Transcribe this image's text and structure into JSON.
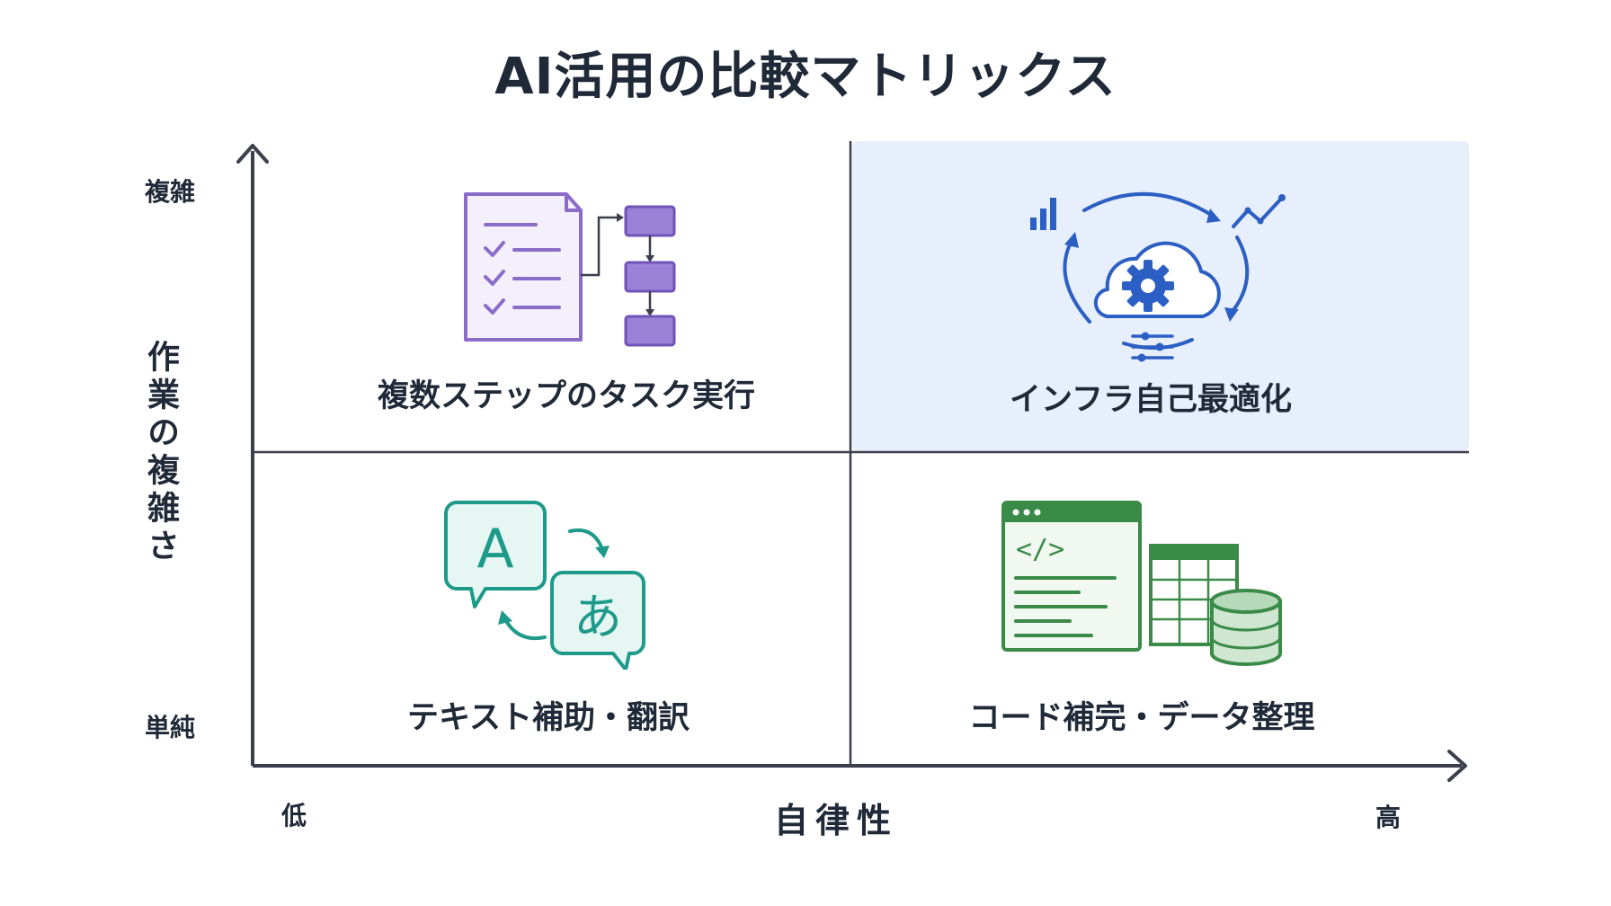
{
  "title": "AI活用の比較マトリックス",
  "y_axis": {
    "label": "作業の複雑さ",
    "high": "複雑",
    "low": "単純"
  },
  "x_axis": {
    "label": "自律性",
    "low": "低",
    "high": "高"
  },
  "quadrants": {
    "top_left": {
      "label": "複数ステップのタスク実行",
      "icon": "checklist-workflow-icon",
      "color": "#8b6cc9"
    },
    "top_right": {
      "label": "インフラ自己最適化",
      "icon": "cloud-gear-cycle-icon",
      "color": "#2c5fc4"
    },
    "bottom_left": {
      "label": "テキスト補助・翻訳",
      "icon": "translation-bubbles-icon",
      "color": "#1e9a8a"
    },
    "bottom_right": {
      "label": "コード補完・データ整理",
      "icon": "code-data-icon",
      "color": "#3a8a48"
    }
  },
  "colors": {
    "highlight": "#e8effc",
    "axis": "#3a3f4b"
  },
  "icon_text": {
    "letter_a": "A",
    "letter_hiragana": "あ",
    "code_tag": "</>"
  }
}
